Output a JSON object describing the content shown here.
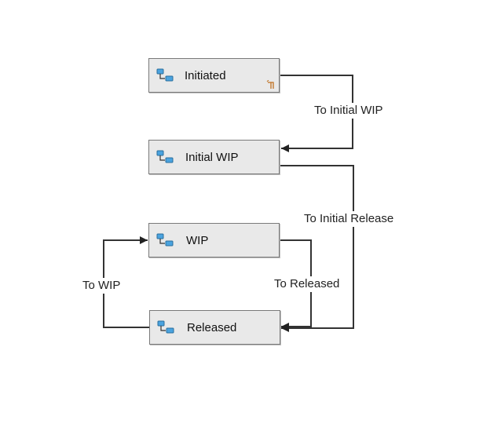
{
  "states": {
    "initiated": {
      "label": "Initiated",
      "icon": "state-icon",
      "badge_icon": "start-marker-icon"
    },
    "initial_wip": {
      "label": "Initial WIP",
      "icon": "state-icon"
    },
    "wip": {
      "label": "WIP",
      "icon": "state-icon"
    },
    "released": {
      "label": "Released",
      "icon": "state-icon"
    }
  },
  "transitions": {
    "to_initial_wip": "To Initial WIP",
    "to_initial_release": "To Initial Release",
    "to_released": "To Released",
    "to_wip": "To WIP"
  },
  "colors": {
    "node_fill": "#e9e9e9",
    "node_border": "#7a7a7a",
    "edge": "#333333",
    "icon_blue": "#4aa3df"
  }
}
